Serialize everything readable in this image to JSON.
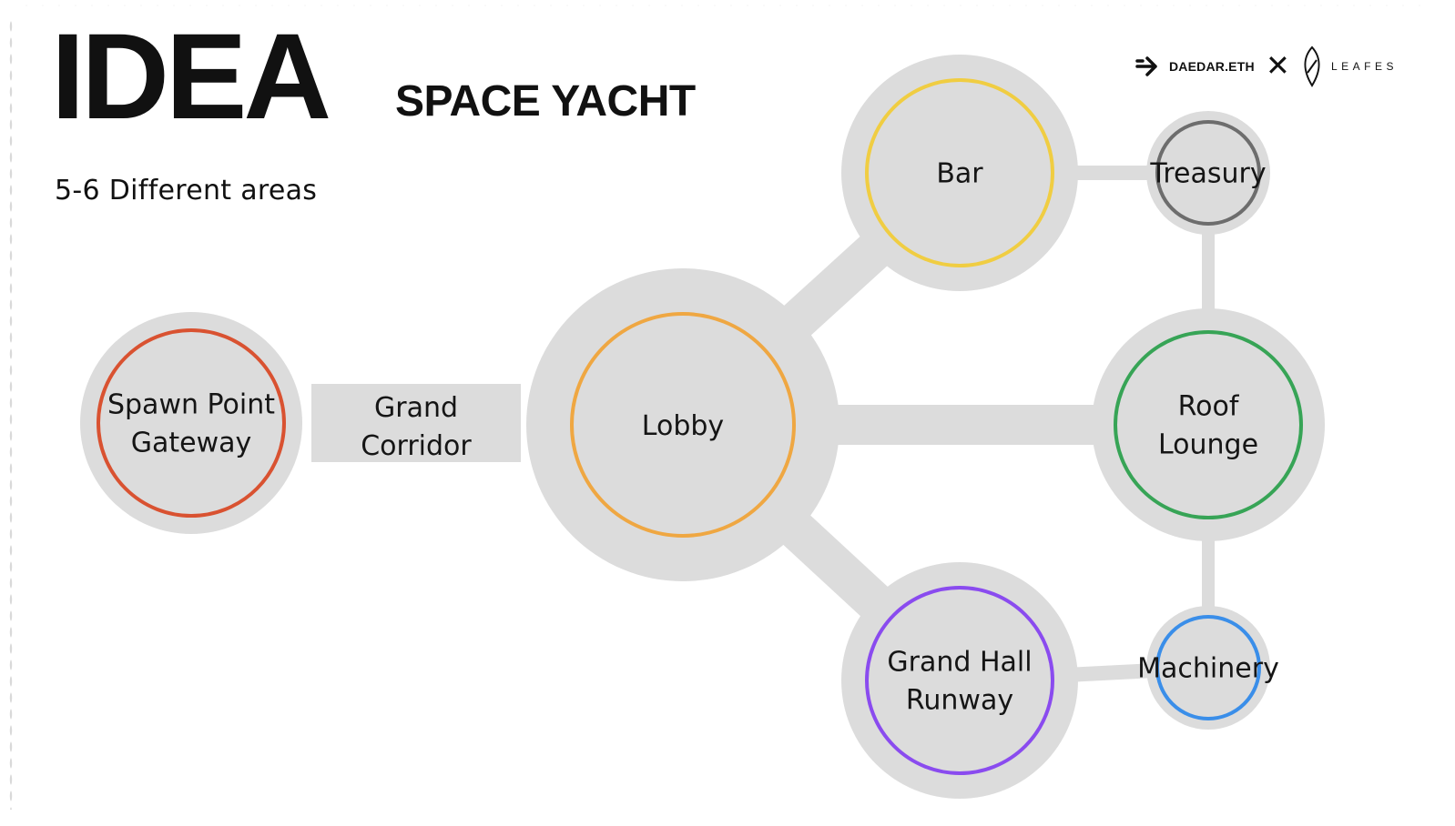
{
  "slide": {
    "title": "IDEA",
    "subtitle": "SPACE YACHT",
    "description": "5-6 Different areas"
  },
  "logos": {
    "left": "DAEDAR.ETH",
    "separator": "✕",
    "right": "LEAFES",
    "left_icon": "arrow-right-icon",
    "right_icon": "leaf-icon"
  },
  "diagram": {
    "nodes": [
      {
        "id": "spawn",
        "lines": [
          "Spawn Point",
          "Gateway"
        ],
        "ring_color": "#d95231"
      },
      {
        "id": "lobby",
        "lines": [
          "Lobby"
        ],
        "ring_color": "#efa742"
      },
      {
        "id": "bar",
        "lines": [
          "Bar"
        ],
        "ring_color": "#f0cd42"
      },
      {
        "id": "treasury",
        "lines": [
          "Treasury"
        ],
        "ring_color": "#6d6d6d"
      },
      {
        "id": "roof",
        "lines": [
          "Roof",
          "Lounge"
        ],
        "ring_color": "#37a456"
      },
      {
        "id": "grandhall",
        "lines": [
          "Grand Hall",
          "Runway"
        ],
        "ring_color": "#8a4bef"
      },
      {
        "id": "machinery",
        "lines": [
          "Machinery"
        ],
        "ring_color": "#3a8ee9"
      }
    ],
    "corridor": {
      "lines": [
        "Grand",
        "Corridor"
      ]
    },
    "connections": [
      [
        "spawn",
        "lobby"
      ],
      [
        "lobby",
        "bar"
      ],
      [
        "lobby",
        "roof"
      ],
      [
        "lobby",
        "grandhall"
      ],
      [
        "bar",
        "treasury"
      ],
      [
        "treasury",
        "roof"
      ],
      [
        "roof",
        "machinery"
      ],
      [
        "grandhall",
        "machinery"
      ]
    ],
    "node_fill": "#dcdcdc",
    "connector_color": "#dcdcdc"
  }
}
